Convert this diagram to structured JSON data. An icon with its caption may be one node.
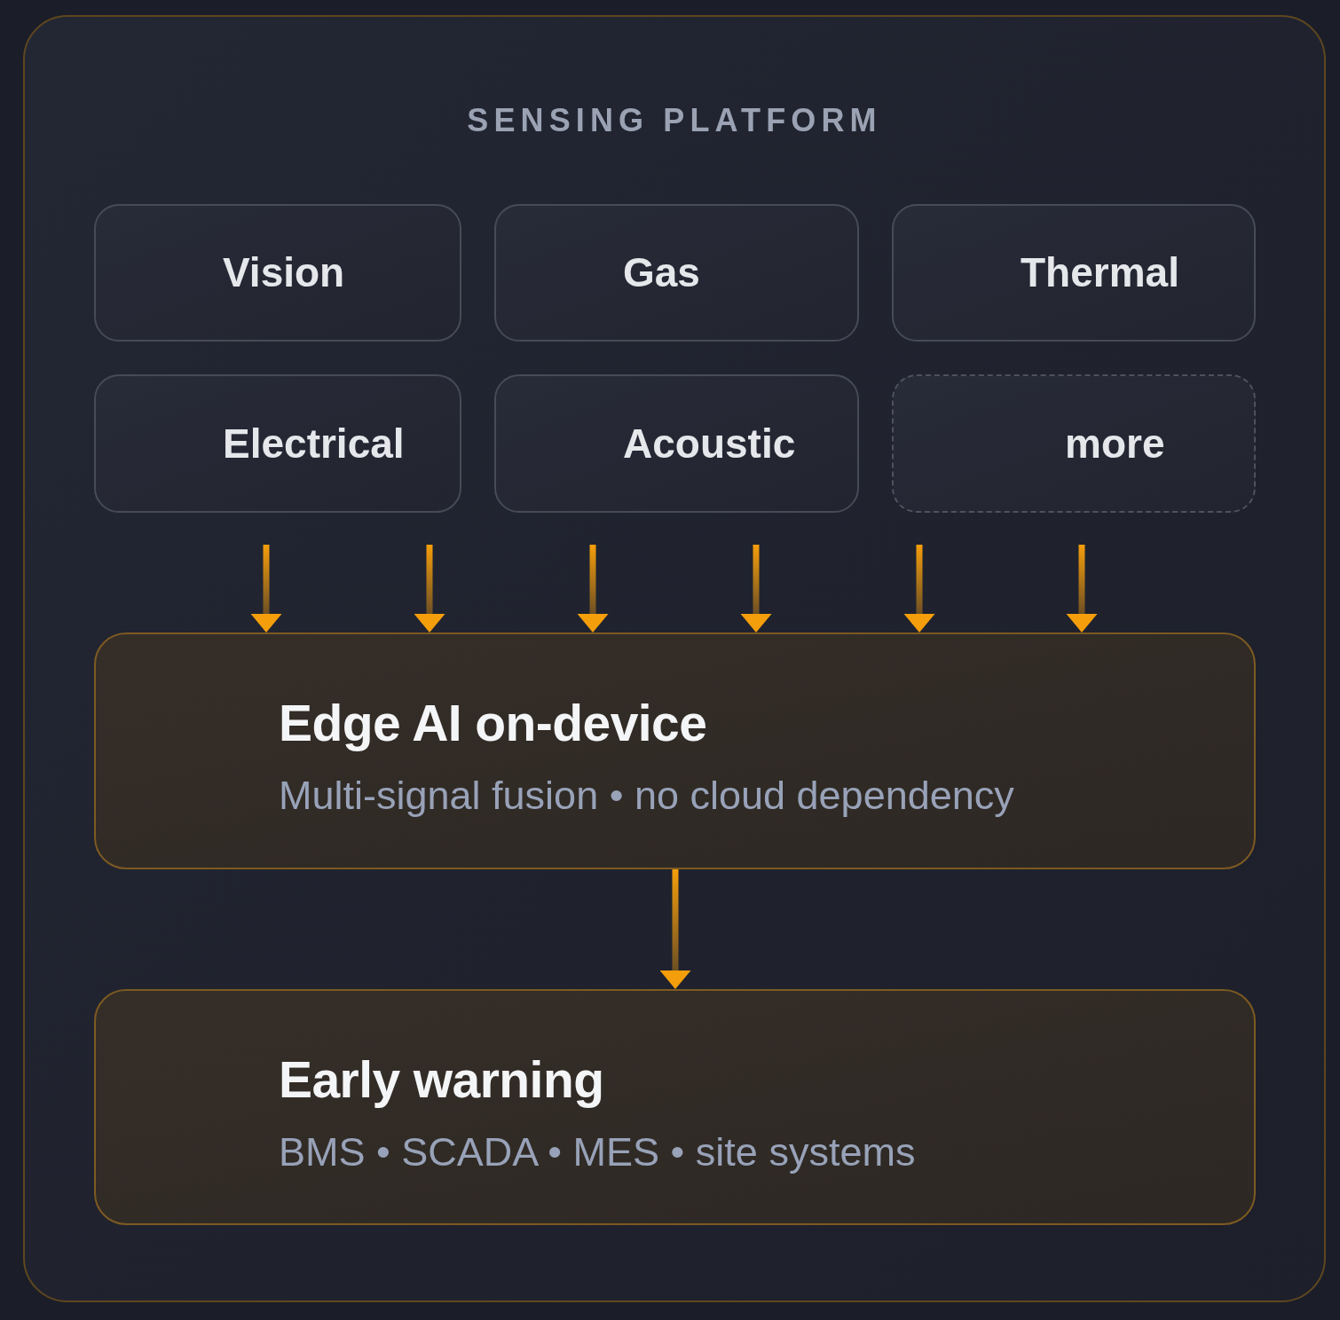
{
  "diagram": {
    "nodes": [
      {
        "text": [
          "SENSING PLATFORM"
        ]
      },
      {
        "text": [
          "Vision"
        ],
        "in": 0
      },
      {
        "text": [
          "Gas"
        ],
        "in": 0
      },
      {
        "text": [
          "Thermal"
        ],
        "in": 0
      },
      {
        "text": [
          "Electrical"
        ],
        "in": 0
      },
      {
        "text": [
          "Acoustic"
        ],
        "in": 0
      },
      {
        "text": [
          "more"
        ],
        "in": 0
      },
      {
        "text": [
          "Edge AI on-device",
          "Multi-signal fusion • no cloud dependency"
        ],
        "in": 0
      },
      {
        "text": [
          "Early warning",
          "BMS • SCADA • MES • site systems"
        ],
        "in": 0
      }
    ],
    "edges": [
      {
        "from": null,
        "to": 7,
        "arrow": "to"
      },
      {
        "from": null,
        "to": 7,
        "arrow": "to"
      },
      {
        "from": null,
        "to": 7,
        "arrow": "to"
      },
      {
        "from": null,
        "to": 7,
        "arrow": "to"
      },
      {
        "from": null,
        "to": 7,
        "arrow": "to"
      },
      {
        "from": null,
        "to": 7,
        "arrow": "to"
      },
      {
        "from": 7,
        "to": 8,
        "arrow": "to"
      }
    ]
  }
}
